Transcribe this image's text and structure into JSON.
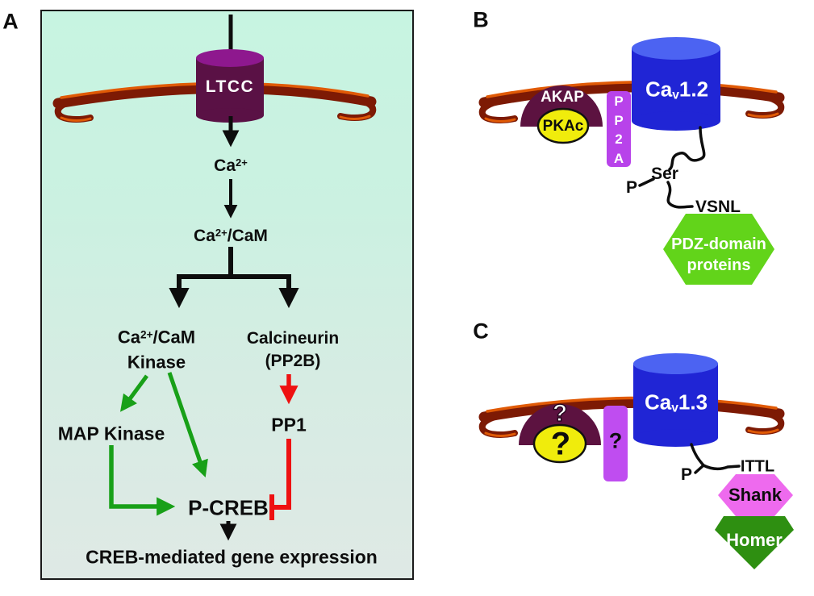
{
  "figure": {
    "panel_a": {
      "label": "A",
      "channel": "LTCC",
      "ca": {
        "pre": "Ca",
        "sup": "2+"
      },
      "ca_cam": {
        "pre": "Ca",
        "sup": "2+",
        "post": "/CaM"
      },
      "ca_cam_kinase": {
        "line1": {
          "pre": "Ca",
          "sup": "2+",
          "post": "/CaM"
        },
        "line2": "Kinase"
      },
      "calcineurin": {
        "line1": "Calcineurin",
        "line2": "(PP2B)"
      },
      "map_kinase": "MAP Kinase",
      "pp1": "PP1",
      "p_creb": "P-CREB",
      "outcome": "CREB-mediated gene expression"
    },
    "panel_b": {
      "label": "B",
      "akap": "AKAP",
      "pkac": "PKAc",
      "pp2a": [
        "P",
        "P",
        "2",
        "A"
      ],
      "channel": {
        "pre": "Ca",
        "sub": "v",
        "post": "1.2"
      },
      "phosphate": "P",
      "ser": "Ser",
      "motif": "VSNL",
      "pdz": {
        "line1": "PDZ-domain",
        "line2": "proteins"
      }
    },
    "panel_c": {
      "label": "C",
      "unknown_dome": "?",
      "unknown_kinase": "?",
      "unknown_phosphatase": "?",
      "channel": {
        "pre": "Ca",
        "sub": "v",
        "post": "1.3"
      },
      "phosphate": "P",
      "motif": "ITTL",
      "shank": "Shank",
      "homer": "Homer"
    },
    "colors": {
      "panel_a_bg_top": "#c7f4e1",
      "panel_a_bg_bottom": "#dfe9e5",
      "membrane_dark": "#7d1a04",
      "membrane_highlight": "#e05a06",
      "ltcc_body": "#5a1145",
      "ltcc_top": "#8e188e",
      "channel_body": "#2025d5",
      "channel_top": "#4c63f2",
      "akap_dome": "#5c1240",
      "pkac_yellow": "#f0ec0c",
      "pp2a_purple": "#b843ea",
      "pdz_green": "#62d41a",
      "shank_pink": "#ee6aee",
      "homer_green": "#2e8f11",
      "activation_green": "#18a018",
      "inhibition_red": "#ee1111",
      "arrow_black": "#0d0d0d"
    }
  }
}
